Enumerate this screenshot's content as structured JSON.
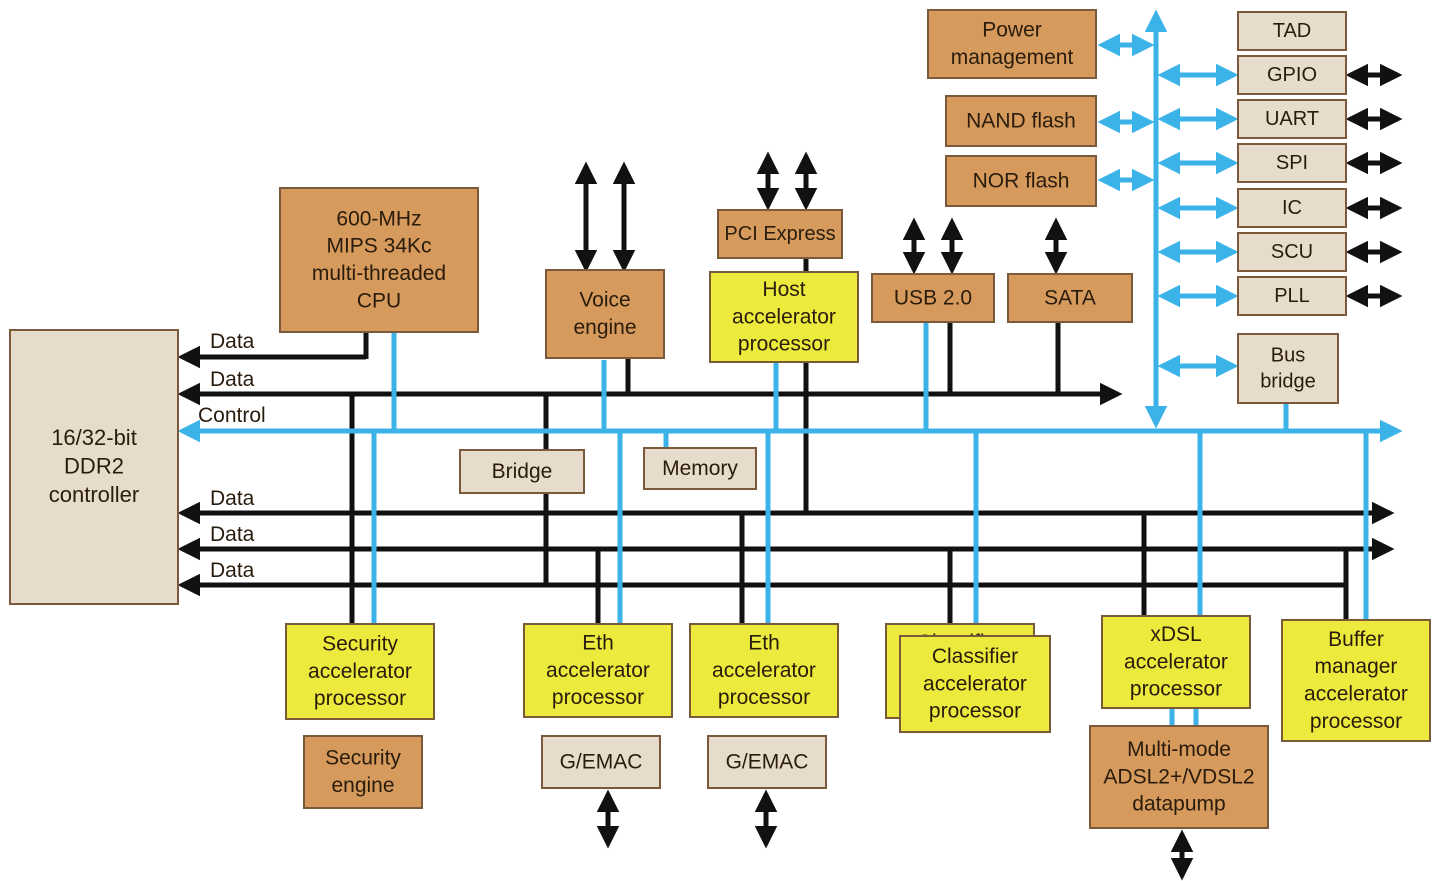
{
  "colors": {
    "orange_block": "#d59a5c",
    "yellow_block": "#ecea3c",
    "tan_block": "#e7dccb",
    "block_border": "#7a5a3a",
    "black_bus": "#111111",
    "blue_bus": "#3bb3e8",
    "text": "#2a1c0c"
  },
  "blocks": {
    "ddr2": [
      "16/32-bit",
      "DDR2",
      "controller"
    ],
    "cpu": [
      "600-MHz",
      "MIPS 34Kc",
      "multi-threaded",
      "CPU"
    ],
    "voice": [
      "Voice",
      "engine"
    ],
    "pcie": [
      "PCI Express"
    ],
    "host": [
      "Host",
      "accelerator",
      "processor"
    ],
    "usb": [
      "USB 2.0"
    ],
    "sata": [
      "SATA"
    ],
    "power": [
      "Power",
      "management"
    ],
    "nand": [
      "NAND flash"
    ],
    "nor": [
      "NOR flash"
    ],
    "tad": [
      "TAD"
    ],
    "gpio": [
      "GPIO"
    ],
    "uart": [
      "UART"
    ],
    "spi": [
      "SPI"
    ],
    "ic": [
      "IC"
    ],
    "scu": [
      "SCU"
    ],
    "pll": [
      "PLL"
    ],
    "busbridge": [
      "Bus",
      "bridge"
    ],
    "bridge": [
      "Bridge"
    ],
    "memory": [
      "Memory"
    ],
    "security_acc": [
      "Security",
      "accelerator",
      "processor"
    ],
    "security_eng": [
      "Security",
      "engine"
    ],
    "eth1": [
      "Eth",
      "accelerator",
      "processor"
    ],
    "eth2": [
      "Eth",
      "accelerator",
      "processor"
    ],
    "gemac1": [
      "G/EMAC"
    ],
    "gemac2": [
      "G/EMAC"
    ],
    "classifier_back": [
      "Classifier"
    ],
    "classifier": [
      "Classifier",
      "accelerator",
      "processor"
    ],
    "xdsl": [
      "xDSL",
      "accelerator",
      "processor"
    ],
    "datapump": [
      "Multi-mode",
      "ADSL2+/VDSL2",
      "datapump"
    ],
    "buffer": [
      "Buffer",
      "manager",
      "accelerator",
      "processor"
    ]
  },
  "bus_labels": {
    "data1": "Data",
    "data2": "Data",
    "control": "Control",
    "data3": "Data",
    "data4": "Data",
    "data5": "Data"
  }
}
